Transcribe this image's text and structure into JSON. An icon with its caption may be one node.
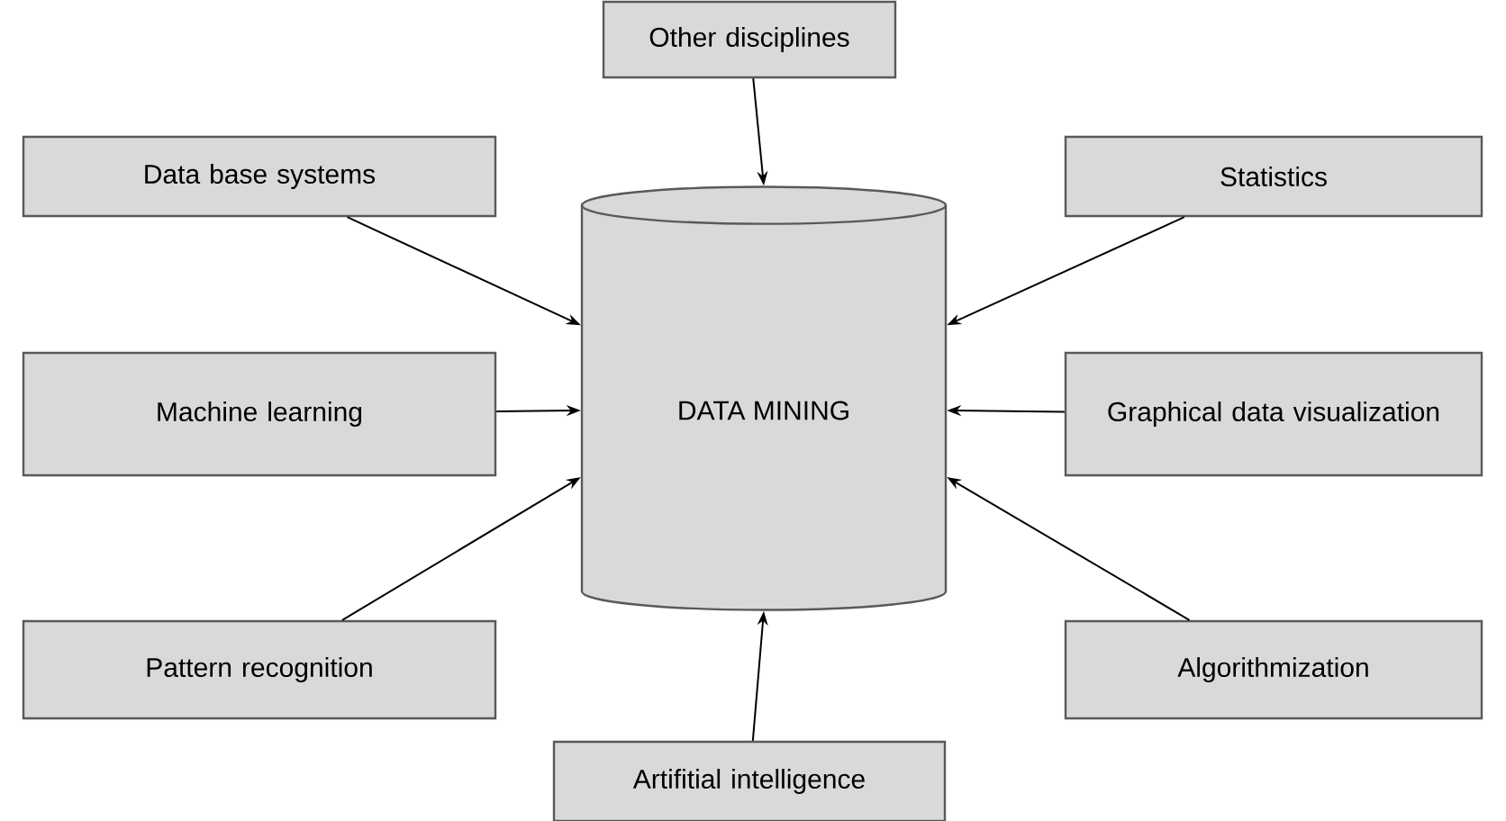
{
  "diagram": {
    "nodes": [
      {
        "text": [
          "Other disciplines"
        ]
      },
      {
        "text": [
          "Data base systems"
        ]
      },
      {
        "text": [
          "Statistics"
        ]
      },
      {
        "text": [
          "DATA MINING"
        ]
      },
      {
        "text": [
          "Machine learning"
        ]
      },
      {
        "text": [
          "Graphical data visualization"
        ]
      },
      {
        "text": [
          "Pattern recognition"
        ]
      },
      {
        "text": [
          "Algorithmization"
        ]
      },
      {
        "text": [
          "Artifitial intelligence"
        ]
      }
    ],
    "edges": [
      {
        "from": 0,
        "to": 3,
        "arrow": "to"
      },
      {
        "from": 1,
        "to": 3,
        "arrow": "to"
      },
      {
        "from": 2,
        "to": 3,
        "arrow": "to"
      },
      {
        "from": 4,
        "to": 3,
        "arrow": "to"
      },
      {
        "from": 5,
        "to": 3,
        "arrow": "to"
      },
      {
        "from": 6,
        "to": 3,
        "arrow": "to"
      },
      {
        "from": 7,
        "to": 3,
        "arrow": "to"
      },
      {
        "from": 8,
        "to": 3,
        "arrow": "to"
      }
    ]
  }
}
